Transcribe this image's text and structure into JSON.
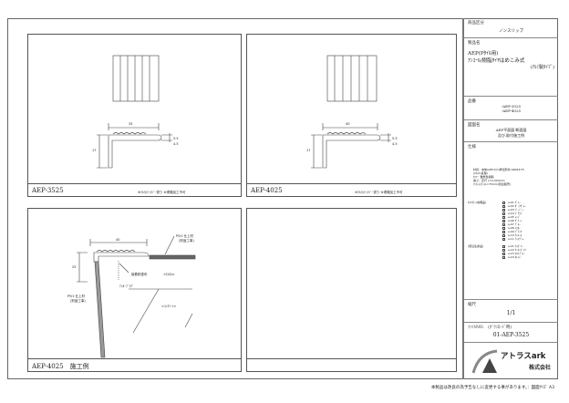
{
  "panels": [
    {
      "caption": "AEP-3525",
      "note": "※ｱﾙﾐｶﾗｰｽﾍﾟｰ書り ※現場加工不可",
      "dims": {
        "width": "35",
        "height": "17",
        "d1": "5.5",
        "d2": "4.5"
      }
    },
    {
      "caption": "AEP-4025",
      "note": "※ｱﾙﾐｶﾗｰｽﾍﾟｰ書り ※現場加工不可",
      "dims": {
        "width": "40",
        "height": "17",
        "d1": "5.5",
        "d2": "4.5"
      }
    },
    {
      "caption": "AEP-4025　施工例",
      "labels": {
        "finish_top": "Pﾀｲﾙ 仕上材",
        "finish_top_sub": "(別途工事)",
        "finish_side": "Pﾀｲﾙ 仕上材",
        "finish_side_sub": "(別途工事)",
        "adhesive": "接着剤塗布",
        "anchor": "ｱﾝｶｰﾌﾟﾗｸﾞ",
        "mortar": "<ﾓﾙﾀﾙ>",
        "concrete": "<ｺﾝｸﾘｰﾄ>",
        "w": "40",
        "h": "25"
      }
    },
    {
      "caption": ""
    }
  ],
  "title_block": {
    "category_label": "商品区分",
    "category": "ノンスリップ",
    "product_label": "製品名",
    "product_line1": "AEP(Pﾀｲﾙ用)",
    "product_line2": "ｱﾝｺｰﾙ/樹脂ﾀｲﾔはめこみ式",
    "product_line3": "(ｱﾙﾐ製ﾀｲﾌﾟ)",
    "part_label": "品番",
    "part1": "-AEP-3525",
    "part2": "-AEP-4025",
    "drawing_label": "図面名",
    "drawing1": "AEP平面図 断面図",
    "drawing2": "及び,取付施工例",
    "spec_label": "仕様",
    "spec_lines": [
      "材質：本体(AEP-ﾀｲﾔ)押出形材 A6063-T5",
      "(ｱﾙﾏｲﾄ処理)",
      "ﾀｲﾔ：難燃性樹脂",
      "長さ：定尺 L=2,000mm",
      "ｱﾝｶｰ(ｽﾃﾝ)L=70mm(別途販売)"
    ],
    "color_label": "ﾀｲﾔｶﾗｰ(常備品)",
    "colors_std": [
      "a-01 ｸﾞﾚｰ",
      "a-02 ﾀﾞｰｸｸﾞﾚｰ",
      "a-03 ﾍﾞｰｼﾞｭ",
      "a-04 ﾌﾞﾗｳﾝ",
      "a-05 ﾚｯﾄﾞ",
      "a-06 ｸﾞﾘｰﾝ",
      "a-07 ﾌﾞﾙｰ",
      "a-08 ｲｴﾛｰ",
      "a-09 ﾌﾞﾗｯｸ",
      "a-10 ﾁｬｺｰﾙ",
      "a-11 ﾗｲﾄｸﾞﾚｰ"
    ],
    "color_label2": "(受注生産品)",
    "colors_order": [
      "a-21 ｱｲﾎﾞﾘｰ",
      "a-22 ｻｰﾓﾝﾋﾟﾝｸ",
      "a-23 ｽｶｲﾌﾞﾙｰ",
      "a-24 ｵﾚﾝｼﾞ"
    ],
    "scale_label": "縮尺",
    "scale": "1/1",
    "file_label": "ﾌｧｲﾙNO.",
    "file_sub": "(ﾀﾞｳﾝﾛｰﾄﾞ時)",
    "file_no": "01-AEP-3525",
    "company_name": "アトラスark",
    "company_suffix": "株式会社"
  },
  "footer": "本製品は改良の為予告なしに変更する事があります。：図面ｻｲｽﾞ A3"
}
